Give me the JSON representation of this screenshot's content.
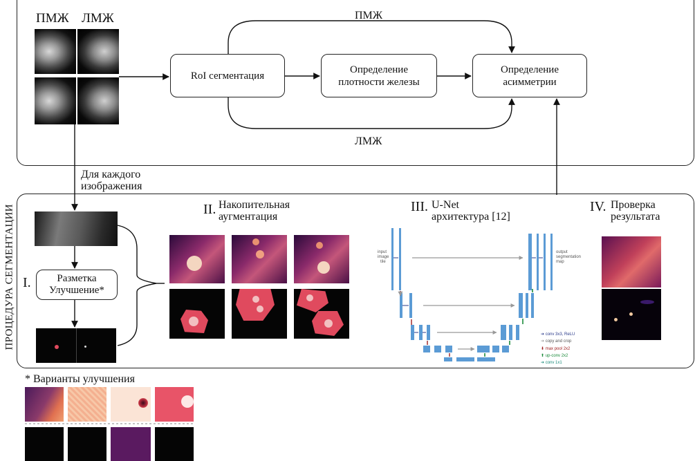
{
  "top": {
    "view_left_label": "ПМЖ",
    "view_right_label": "ЛМЖ",
    "node_roi": "RoI сегментация",
    "node_density_line1": "Определение",
    "node_density_line2": "плотности железы",
    "node_asym_line1": "Определение",
    "node_asym_line2": "асимметрии",
    "arc_top_label": "ПМЖ",
    "arc_bottom_label": "ЛМЖ"
  },
  "link_label_line1": "Для каждого",
  "link_label_line2": "изображения",
  "side_label": "ПРОЦЕДУРА СЕГМЕНТАЦИИ",
  "stages": {
    "s1_numeral": "I.",
    "s1_box_line1": "Разметка",
    "s1_box_line2": "Улучшение*",
    "s2_numeral": "II.",
    "s2_line1": "Накопительная",
    "s2_line2": "аугментация",
    "s3_numeral": "III.",
    "s3_line1": "U-Net",
    "s3_line2": "архитектура [12]",
    "s4_numeral": "IV.",
    "s4_line1": "Проверка",
    "s4_line2": "результата"
  },
  "unet": {
    "input_label_1": "input",
    "input_label_2": "image",
    "input_label_3": "tile",
    "output_label_1": "output",
    "output_label_2": "segmentation",
    "output_label_3": "map",
    "legend": [
      {
        "text": "conv 3x3, ReLU",
        "color": "#2a3a8a"
      },
      {
        "text": "copy and crop",
        "color": "#999999"
      },
      {
        "text": "max pool 2x2",
        "color": "#a02020"
      },
      {
        "text": "up-conv 2x2",
        "color": "#1a8a3a"
      },
      {
        "text": "conv 1x1",
        "color": "#1a8a7a"
      }
    ]
  },
  "footnote": "* Варианты улучшения"
}
